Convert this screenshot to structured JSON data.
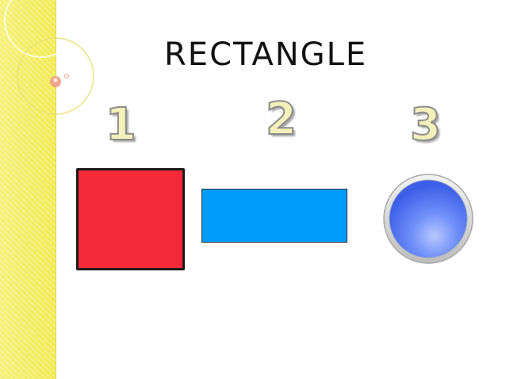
{
  "slide": {
    "title": "RECTANGLE",
    "numbers": [
      "1",
      "2",
      "3"
    ]
  },
  "shapes": [
    {
      "name": "square",
      "color": "#f42a3a"
    },
    {
      "name": "rectangle",
      "color": "#019bfb"
    },
    {
      "name": "circle",
      "color": "#4f78f5"
    }
  ],
  "theme": {
    "band_color": "#f3ec62",
    "numeral_fill": "#f4f0ba"
  }
}
